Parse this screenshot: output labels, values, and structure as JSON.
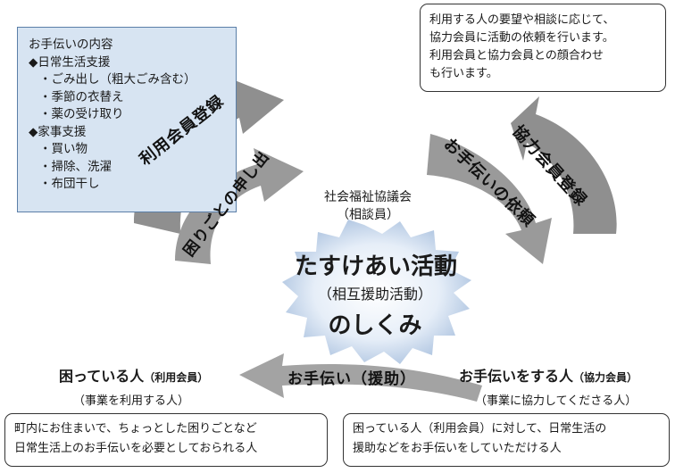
{
  "services_box": {
    "heading": "お手伝いの内容",
    "daily_heading": "◆日常生活支援",
    "daily_items": [
      "・ごみ出し（粗大ごみ含む）",
      "・季節の衣替え",
      "・薬の受け取り"
    ],
    "housework_heading": "◆家事支援",
    "housework_items": [
      "・買い物",
      "・掃除、洗濯",
      "・布団干し"
    ]
  },
  "top_right_box": {
    "lines": [
      "利用する人の要望や相談に応じて、",
      "協力会員に活動の依頼を行います。",
      "利用会員と協力会員との顔合わせ",
      "も行います。"
    ]
  },
  "council": {
    "name": "社会福祉協議会",
    "role": "（相談員）"
  },
  "center": {
    "title": "たすけあい活動",
    "sub": "（相互援助活動）",
    "bottom": "のしくみ"
  },
  "arrows": {
    "user_registration": "利用会員登録",
    "consult": "困りごとの申し出",
    "helper_registration": "協力会員登録",
    "request": "お手伝いの依頼",
    "help": "お手伝い（援助）"
  },
  "user_side": {
    "title": "困っている人",
    "title_note": "（利用会員）",
    "sub": "（事業を利用する人）",
    "description": [
      "町内にお住まいで、ちょっとした困りごとなど",
      "日常生活上のお手伝いを必要としておられる人"
    ]
  },
  "helper_side": {
    "title": "お手伝いをする人",
    "title_note": "（協力会員）",
    "sub": "（事業に協力してくださる人）",
    "description": [
      "困っている人（利用会員）に対して、日常生活の",
      "援助などをお手伝いをしていただける人"
    ]
  },
  "colors": {
    "arrow_gray": "#8f8f8f",
    "box_blue": "#d7e4f2",
    "burst_blue": "#b9cde6"
  }
}
